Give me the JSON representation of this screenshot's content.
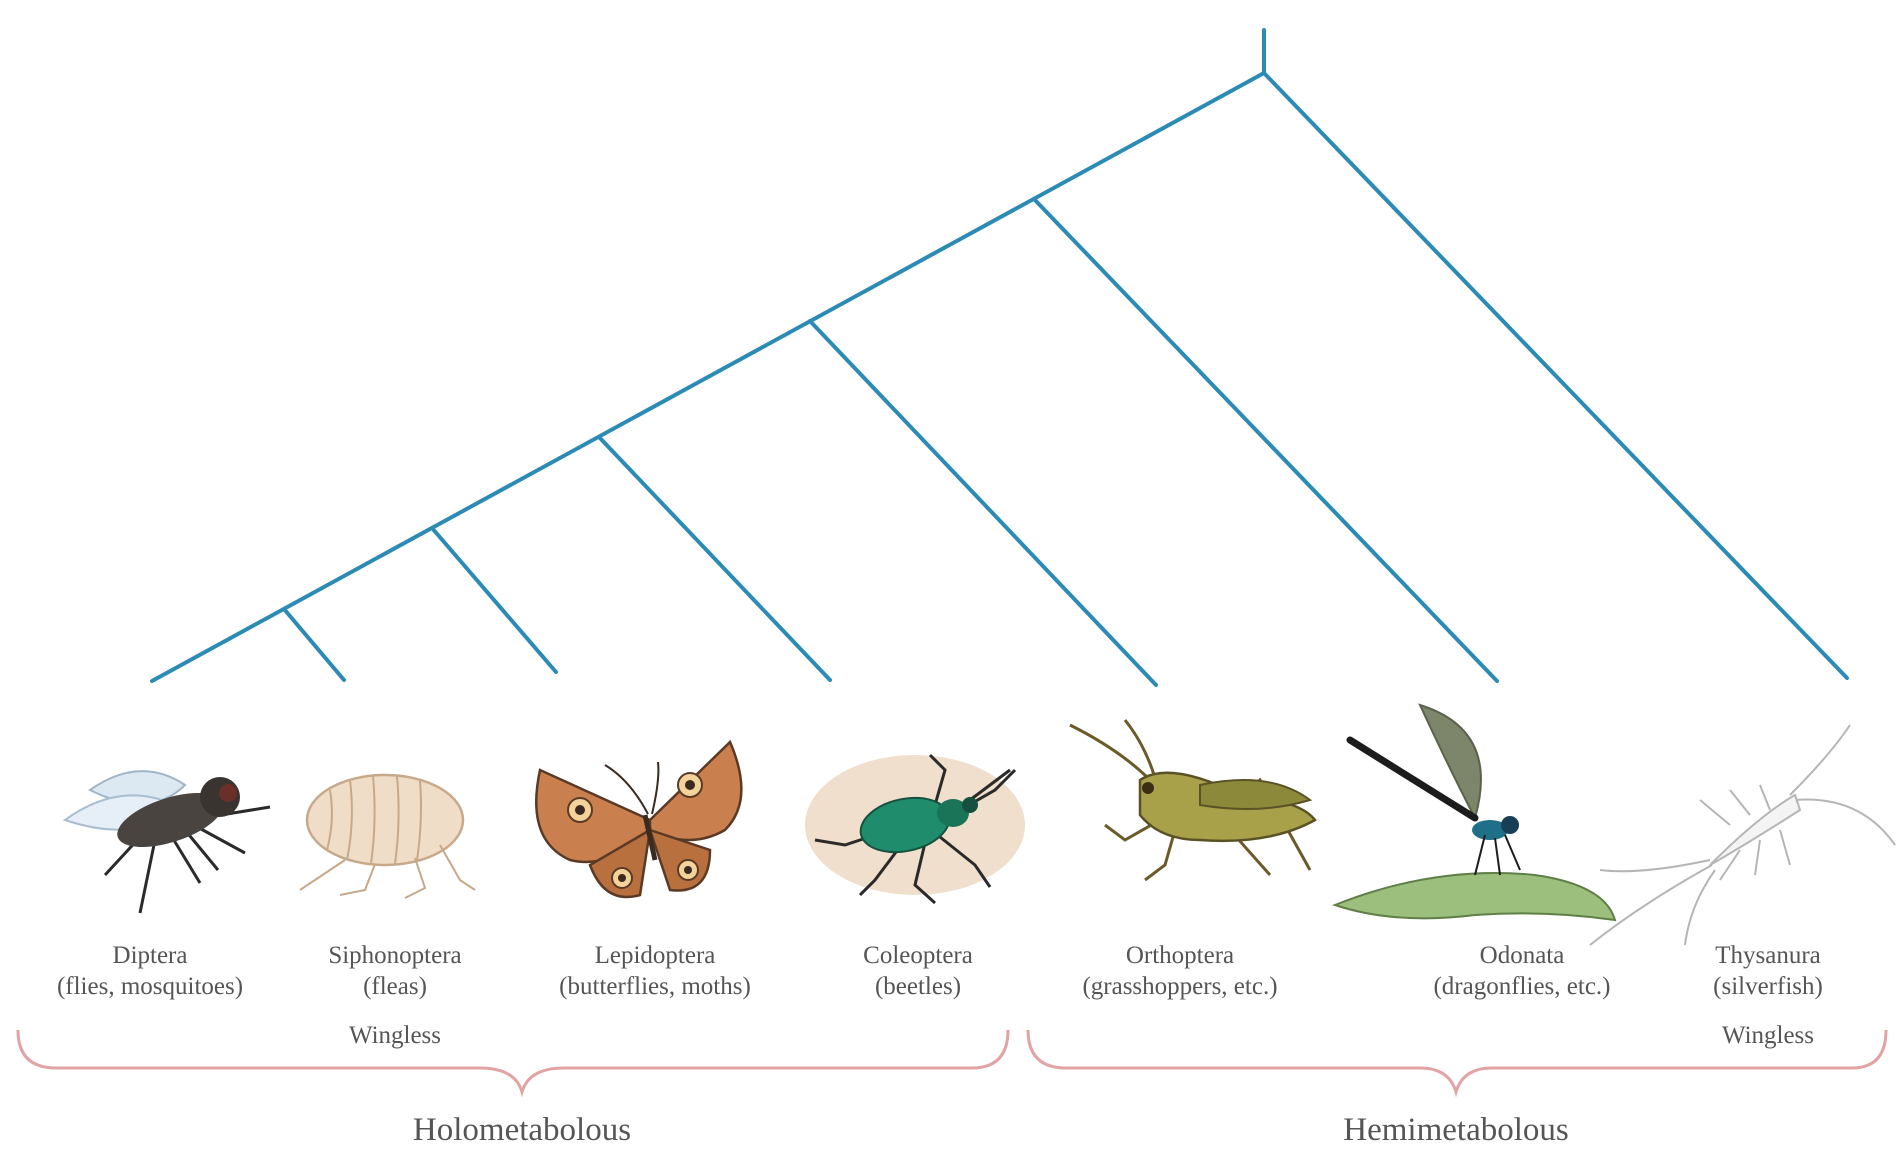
{
  "colors": {
    "tree": "#2b8bb5",
    "brace": "#e2a3a3",
    "label": "#555555"
  },
  "taxa": [
    {
      "name": "Diptera",
      "common": "(flies, mosquitoes)",
      "icon": "fly-icon"
    },
    {
      "name": "Siphonoptera",
      "common": "(fleas)",
      "icon": "flea-icon",
      "note": "Wingless"
    },
    {
      "name": "Lepidoptera",
      "common": "(butterflies, moths)",
      "icon": "butterfly-icon"
    },
    {
      "name": "Coleoptera",
      "common": "(beetles)",
      "icon": "beetle-icon"
    },
    {
      "name": "Orthoptera",
      "common": "(grasshoppers, etc.)",
      "icon": "grasshopper-icon"
    },
    {
      "name": "Odonata",
      "common": "(dragonflies, etc.)",
      "icon": "dragonfly-icon"
    },
    {
      "name": "Thysanura",
      "common": "(silverfish)",
      "icon": "silverfish-icon",
      "note": "Wingless"
    }
  ],
  "groups": [
    {
      "label": "Holometabolous"
    },
    {
      "label": "Hemimetabolous"
    }
  ]
}
